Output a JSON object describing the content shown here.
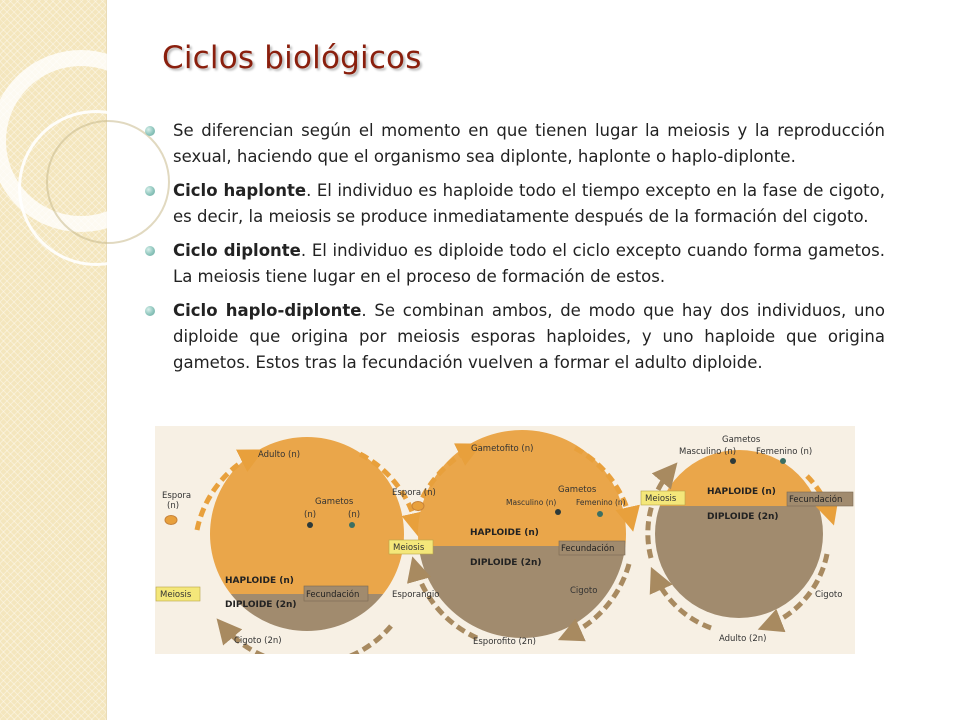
{
  "slide": {
    "title": "Ciclos biológicos",
    "bullets": [
      {
        "lead": "",
        "text": "Se diferencian según el momento en que tienen lugar la meiosis y la reproducción sexual, haciendo que el organismo sea diplonte, haplonte o haplo-diplonte."
      },
      {
        "lead": "Ciclo haplonte",
        "text": ". El individuo es haploide todo el tiempo excepto en la fase de cigoto, es decir, la meiosis se produce inmediatamente después de la formación del cigoto."
      },
      {
        "lead": "Ciclo diplonte",
        "text": ". El individuo es diploide todo el ciclo excepto cuando forma gametos. La meiosis tiene lugar en el proceso de formación de estos."
      },
      {
        "lead": "Ciclo haplo-diplonte",
        "text": ". Se combinan ambos, de modo que hay dos individuos, uno diploide que origina por meiosis esporas haploides, y uno haploide que origina gametos. Estos tras la fecundación vuelven a formar el adulto diploide."
      }
    ]
  },
  "colors": {
    "title": "#8a1f0d",
    "haploid": "#eaa64a",
    "diploid": "#a18b6e",
    "arrow": "#a88a60",
    "arrow_orange": "#e8a03c",
    "meiosis_label_bg": "#f4e77a",
    "fecundacion_label_bg": "#a18b6e",
    "figure_bg": "#f7f0e4"
  },
  "figure": {
    "haplonte": {
      "adulto": "Adulto (n)",
      "espora": "Espora",
      "espora_n": "(n)",
      "gametos": "Gametos",
      "gameto_n1": "(n)",
      "gameto_n2": "(n)",
      "haploide": "HAPLOIDE (n)",
      "diploide": "DIPLOIDE (2n)",
      "meiosis": "Meiosis",
      "fecundacion": "Fecundación",
      "cigoto": "Cigoto (2n)"
    },
    "haplodiplonte": {
      "gametofito": "Gametofito (n)",
      "espora": "Espora (n)",
      "gametos": "Gametos",
      "masculino": "Masculino (n)",
      "femenino": "Femenino (n)",
      "haploide": "HAPLOIDE (n)",
      "diploide": "DIPLOIDE (2n)",
      "meiosis": "Meiosis",
      "fecundacion": "Fecundación",
      "esporangio": "Esporangio",
      "cigoto": "Cigoto",
      "esporofito": "Esporofito (2n)"
    },
    "diplonte": {
      "gametos": "Gametos",
      "masculino": "Masculino (n)",
      "femenino": "Femenino (n)",
      "meiosis": "Meiosis",
      "haploide": "HAPLOIDE (n)",
      "fecundacion": "Fecundación",
      "diploide": "DIPLOIDE (2n)",
      "cigoto": "Cigoto",
      "adulto": "Adulto (2n)"
    }
  }
}
